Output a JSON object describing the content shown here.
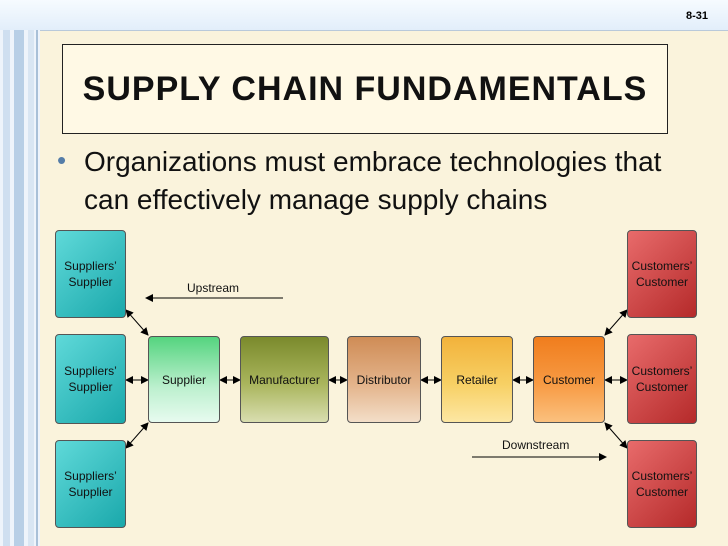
{
  "slide_number": "8-31",
  "title": "SUPPLY CHAIN FUNDAMENTALS",
  "bullet": "Organizations must embrace technologies that can effectively manage supply chains",
  "diagram": {
    "suppliers_supplier": [
      "Suppliers’\nSupplier",
      "Suppliers’\nSupplier",
      "Suppliers’\nSupplier"
    ],
    "customers_customer": [
      "Customers’\nCustomer",
      "Customers’\nCustomer",
      "Customers’\nCustomer"
    ],
    "chain": [
      "Supplier",
      "Manufacturer",
      "Distributor",
      "Retailer",
      "Customer"
    ],
    "upstream_label": "Upstream",
    "downstream_label": "Downstream"
  },
  "colors": {
    "background": "#faf3dc",
    "bullet": "#557da8",
    "suppliers_supplier": "#2bb9bb",
    "customers_customer": "#d04545"
  }
}
